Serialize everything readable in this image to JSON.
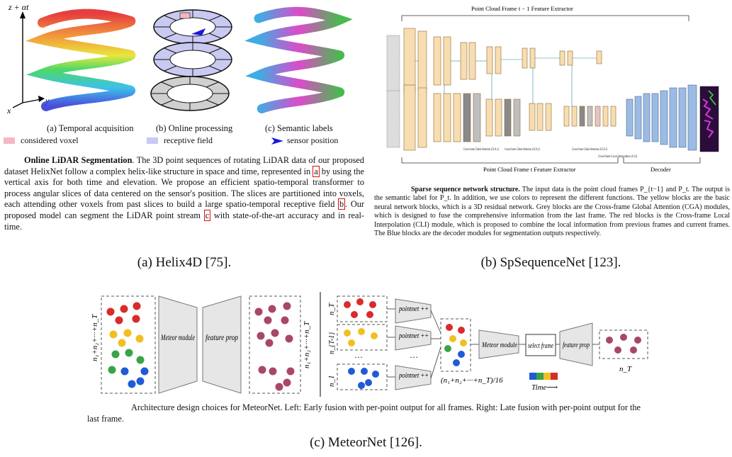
{
  "panel_a": {
    "axis_z": "z + αt",
    "axis_y": "y",
    "axis_x": "x",
    "sub_a": "(a) Temporal acquisition",
    "sub_b": "(b) Online processing",
    "sub_c": "(c) Semantic labels",
    "legend": [
      "considered voxel",
      "receptive field",
      "sensor position"
    ],
    "para_title": "Online LiDAR Segmentation",
    "para_1": ". The 3D point sequences of rotating LiDAR data of our proposed dataset HelixNet follow a complex helix-like structure in space and time, represented in ",
    "ref_a": "a",
    "para_2": " by using the vertical axis for both time and elevation. We propose an efficient spatio-temporal transformer to process angular slices of data centered on the sensor's position. The slices are partitioned into voxels, each attending other voxels from past slices to build a large spatio-temporal receptive field ",
    "ref_b": "b",
    "para_3": ". Our proposed model can segment the LiDAR point stream ",
    "ref_c": "c",
    "para_4": " with state-of-the-art accuracy and in real-time.",
    "caption": "(a) Helix4D [75]."
  },
  "panel_b": {
    "top_label": "Point Cloud Frame t − 1 Feature Extractor",
    "bottom_label": "Point Cloud Frame t Feature Extractor",
    "decoder_label": "Decoder",
    "block_labels": [
      "Cross-frame Global Attention (CGA 1)",
      "Cross-frame Global Attention (CGA 2)",
      "Cross-frame Global Attention (CGA 3)",
      "Cross-frame Local Interpolation (CLI)"
    ],
    "desc_title": "Sparse sequence network structure.",
    "desc_text": " The input data is the point cloud frames P_{t−1} and P_t. The output is the semantic label for P_t. In addition, we use colors to represent the different functions. The yellow blocks are the basic neural network blocks, which is a 3D residual network. Grey blocks are the Cross-frame Global Attention (CGA) modules, which is designed to fuse the comprehensive information from the last frame. The red blocks is the Cross-frame Local Interpolation (CLI) module, which is proposed to combine the local information from previous frames and current frames. The Blue blocks are the decoder modules for segmentation outputs respectively.",
    "caption": "(b) SpSequenceNet [123]."
  },
  "panel_c": {
    "left_axis": "n₁+n₂+···+n_T",
    "meteor": "Meteor module",
    "feature_prop": "feature prop",
    "right_axis": "n₁+n₂+···+n_T",
    "n_T": "n_T",
    "n_T1": "n_{T-1}",
    "n_1": "n_1",
    "pointnet": "pointnet ++",
    "dots": "···",
    "sum_label": "(n₁+n₂+···+n_T)/16",
    "select_frame": "select frame",
    "time_label": "Time⟶",
    "n_T_out": "n_T",
    "caption_text": "Architecture design choices for MeteorNet. Left: Early fusion with per-point output for all frames. Right: Late fusion with per-point output for the last frame.",
    "caption": "(c) MeteorNet [126]."
  },
  "colors": {
    "red": "#d92b2b",
    "yellow": "#f0c020",
    "green": "#3aa34a",
    "blue": "#1f5bd6",
    "maroon": "#a8476a",
    "block_yellow": "#f8ddb0",
    "block_blue": "#9bbbe3",
    "block_grey": "#8a8a8a"
  }
}
